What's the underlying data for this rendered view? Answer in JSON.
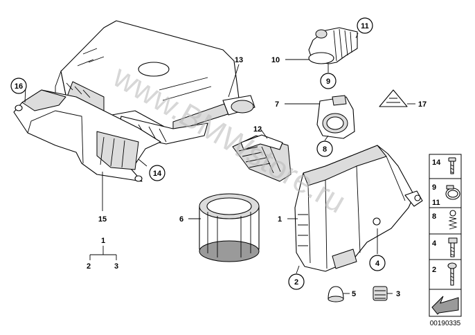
{
  "diagram_id": "00190335",
  "watermark": "www.BMWstore.ru",
  "callouts": {
    "c1": "1",
    "c2": "2",
    "c3": "3",
    "c4": "4",
    "c5": "5",
    "c6": "6",
    "c7": "7",
    "c8": "8",
    "c9": "9",
    "c10": "10",
    "c11": "11",
    "c12": "12",
    "c13": "13",
    "c14": "14",
    "c15": "15",
    "c16": "16",
    "c17": "17"
  },
  "tree": {
    "parent": "1",
    "left": "2",
    "right": "3"
  },
  "legend": [
    {
      "label": "14"
    },
    {
      "label": "9"
    },
    {
      "label": "11"
    },
    {
      "label": "8"
    },
    {
      "label": "4"
    },
    {
      "label": "2"
    }
  ]
}
